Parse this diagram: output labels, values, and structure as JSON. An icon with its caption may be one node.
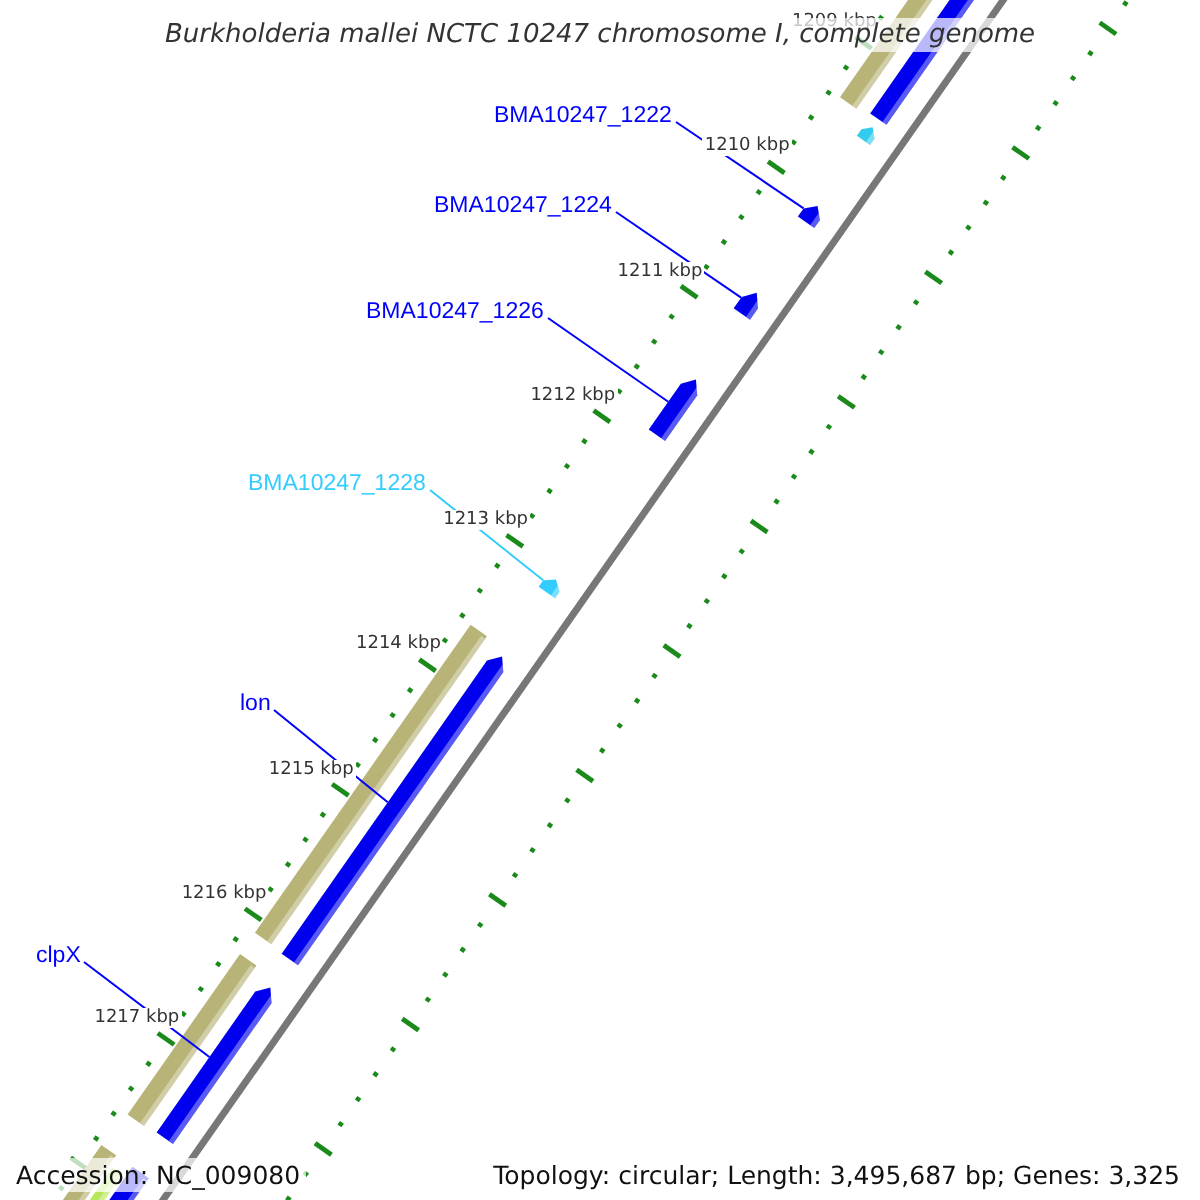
{
  "diagram": {
    "title": "Burkholderia mallei NCTC 10247 chromosome I, complete genome",
    "nodes": [
      {
        "text": [
          "BMA10247_1222"
        ]
      },
      {
        "text": [],
        "shape": "bar"
      },
      {
        "text": [
          "BMA10247_1224"
        ]
      },
      {
        "text": [],
        "shape": "bar"
      },
      {
        "text": [
          "BMA10247_1226"
        ]
      },
      {
        "text": [],
        "shape": "bar"
      },
      {
        "text": [
          "BMA10247_1228"
        ]
      },
      {
        "text": [],
        "shape": "bar"
      },
      {
        "text": [
          "lon"
        ]
      },
      {
        "text": [],
        "shape": "bar"
      },
      {
        "text": [
          "clpX"
        ]
      },
      {
        "text": [],
        "shape": "bar"
      }
    ],
    "edges": [
      {
        "from": 0,
        "to": 1,
        "arrow": "none"
      },
      {
        "from": 2,
        "to": 3,
        "arrow": "none"
      },
      {
        "from": 4,
        "to": 5,
        "arrow": "none"
      },
      {
        "from": 6,
        "to": 7,
        "arrow": "none",
        "color": "#33ccff"
      },
      {
        "from": 8,
        "to": 9,
        "arrow": "none"
      },
      {
        "from": 10,
        "to": 11,
        "arrow": "none"
      }
    ],
    "labels": [
      "1209 kbp",
      "1210 kbp",
      "1211 kbp",
      "1212 kbp",
      "1213 kbp",
      "1214 kbp",
      "1215 kbp",
      "1216 kbp",
      "1217 kbp",
      "Accession: NC_009080",
      "Topology: circular; Length: 3,495,687 bp; Genes: 3,325"
    ]
  }
}
